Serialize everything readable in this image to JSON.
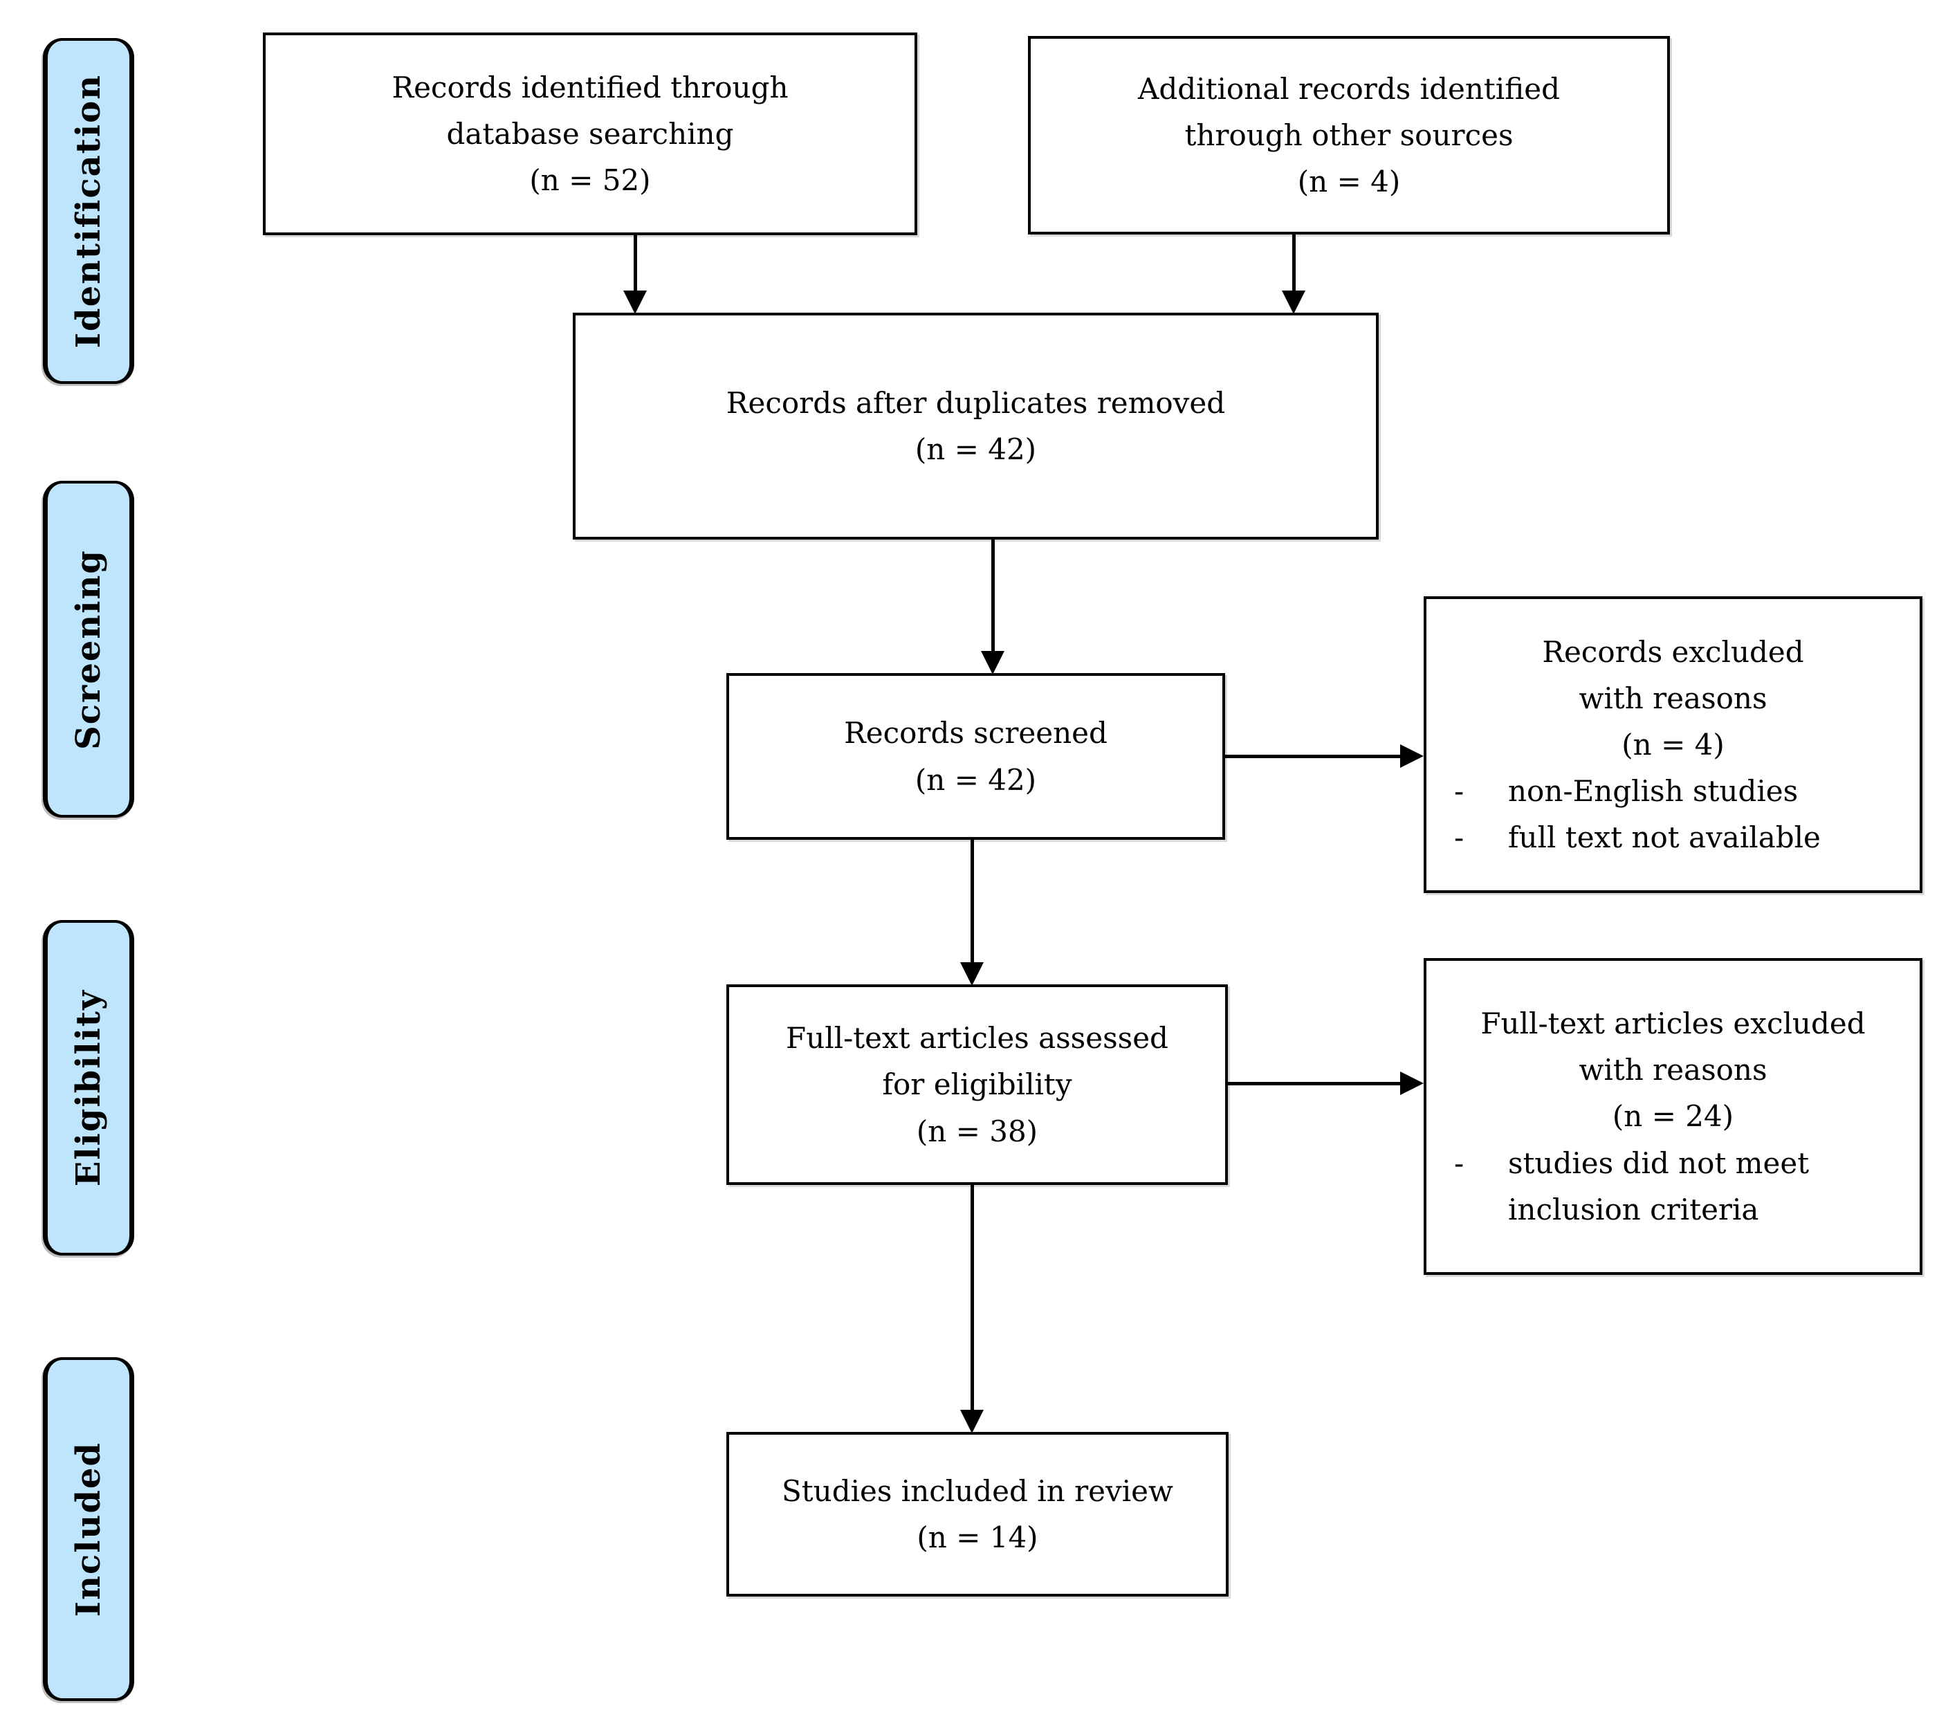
{
  "stages": [
    {
      "label": "Identification"
    },
    {
      "label": "Screening"
    },
    {
      "label": "Eligibility"
    },
    {
      "label": "Included"
    }
  ],
  "bullet_marker": "-",
  "boxes": {
    "records_identified": {
      "lines": [
        "Records identified through",
        "database searching",
        "(n = 52)"
      ]
    },
    "additional_records": {
      "lines": [
        "Additional records identified",
        "through other sources",
        "(n = 4)"
      ]
    },
    "duplicates_removed": {
      "lines": [
        "Records after duplicates removed",
        "(n = 42)"
      ]
    },
    "records_screened": {
      "lines": [
        "Records screened",
        "(n = 42)"
      ]
    },
    "records_excluded": {
      "lines": [
        "Records excluded",
        "with reasons",
        "(n = 4)"
      ],
      "bullets": [
        "non-English studies",
        "full text not available"
      ]
    },
    "fulltext_assessed": {
      "lines": [
        "Full-text articles assessed",
        "for eligibility",
        "(n = 38)"
      ]
    },
    "fulltext_excluded": {
      "lines": [
        "Full-text articles excluded",
        "with reasons",
        "(n = 24)"
      ],
      "bullets": [
        "studies did not meet inclusion criteria"
      ]
    },
    "studies_included": {
      "lines": [
        "Studies included in review",
        "(n = 14)"
      ]
    }
  },
  "colors": {
    "stage_fill": "#bee5fb",
    "box_fill": "#ffffff",
    "line": "#000000"
  }
}
